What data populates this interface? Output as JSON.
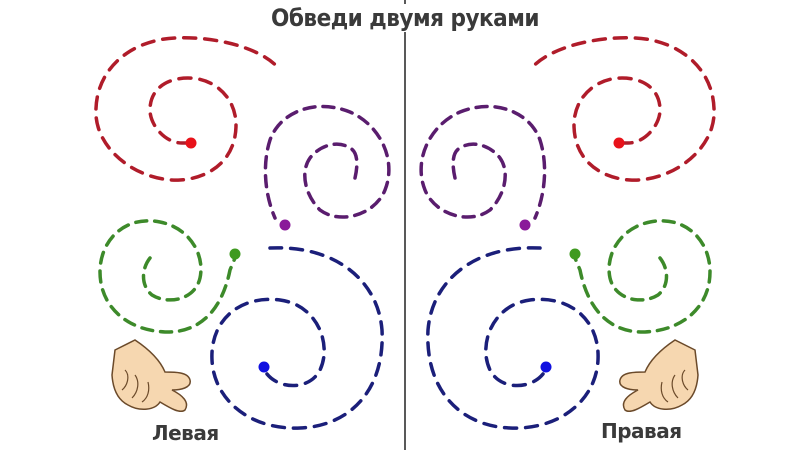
{
  "title": "Обведи двумя руками",
  "labels": {
    "left_hand": "Левая",
    "right_hand": "Правая"
  },
  "colors": {
    "red": "#b01c2a",
    "red_dot": "#e8121a",
    "purple": "#5a1d6e",
    "purple_dot": "#8a1a9a",
    "green": "#3d8a2a",
    "green_dot": "#3f9a20",
    "blue": "#1b1f7a",
    "blue_dot": "#1010e0",
    "divider": "#222222",
    "hand_fill": "#f6d7b0",
    "hand_stroke": "#6b4a2a"
  },
  "spirals": [
    {
      "side": "left",
      "color": "red"
    },
    {
      "side": "left",
      "color": "purple"
    },
    {
      "side": "left",
      "color": "green"
    },
    {
      "side": "left",
      "color": "blue"
    },
    {
      "side": "right",
      "color": "red"
    },
    {
      "side": "right",
      "color": "purple"
    },
    {
      "side": "right",
      "color": "green"
    },
    {
      "side": "right",
      "color": "blue"
    }
  ]
}
